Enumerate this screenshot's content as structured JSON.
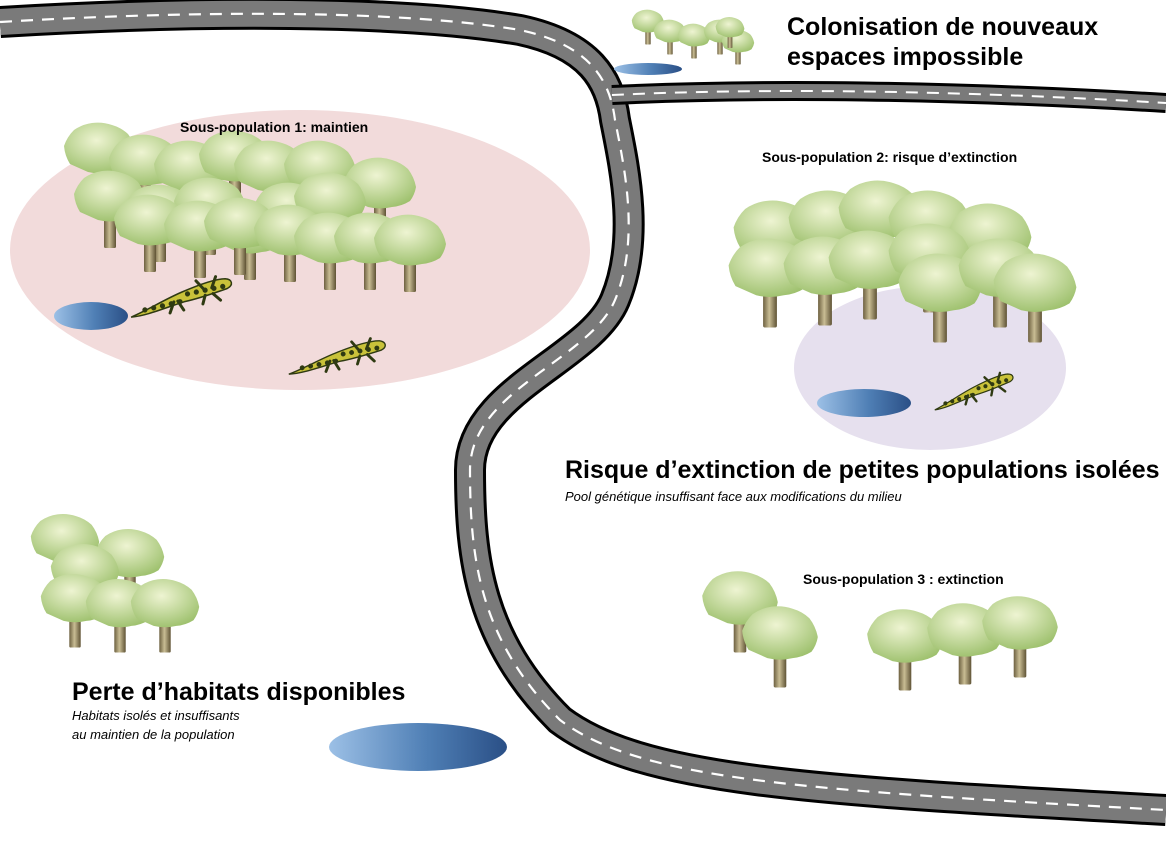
{
  "colors": {
    "road": "#7a7a7a",
    "road_edge": "#000000",
    "road_dash": "#ffffff",
    "zone_1": "#f2dbdb",
    "zone_2": "#e6e0ee",
    "pond": "#4f7fb5",
    "canopy_light": "#e6efc2",
    "canopy_dark": "#9bbf6a",
    "trunk": "#8a7a52",
    "salamander": "#c9c23a"
  },
  "labels": {
    "colonisation_line1": "Colonisation de nouveaux",
    "colonisation_line2": "espaces impossible",
    "subpop1": "Sous-population 1: maintien",
    "subpop2": "Sous-population 2: risque d’extinction",
    "subpop3": "Sous-population  3 : extinction",
    "risk_title": "Risque d’extinction de petites populations isolées",
    "risk_sub": "Pool génétique insuffisant face aux modifications du milieu",
    "habitat_title": "Perte d’habitats disponibles",
    "habitat_sub_line1": "Habitats isolés et insuffisants",
    "habitat_sub_line2": "au maintien de la population"
  },
  "icons": {
    "tree": "deciduous-tree-icon",
    "salamander": "salamander-icon",
    "pond": "pond-icon",
    "road": "road"
  }
}
